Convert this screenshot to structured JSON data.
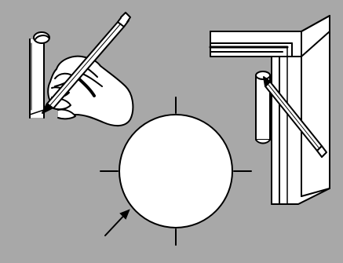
{
  "figure": {
    "background_color": "#a8a8a8",
    "line_color": "#000000",
    "fill_color": "#ffffff",
    "panels": [
      {
        "name": "hand-marking-pipe",
        "icon": "pencil-hand-icon"
      },
      {
        "name": "marking-pipe-in-frame-corner",
        "icon": "pencil-icon"
      },
      {
        "name": "cross-section-circle-with-ticks",
        "icon": "arrow-icon"
      }
    ]
  }
}
